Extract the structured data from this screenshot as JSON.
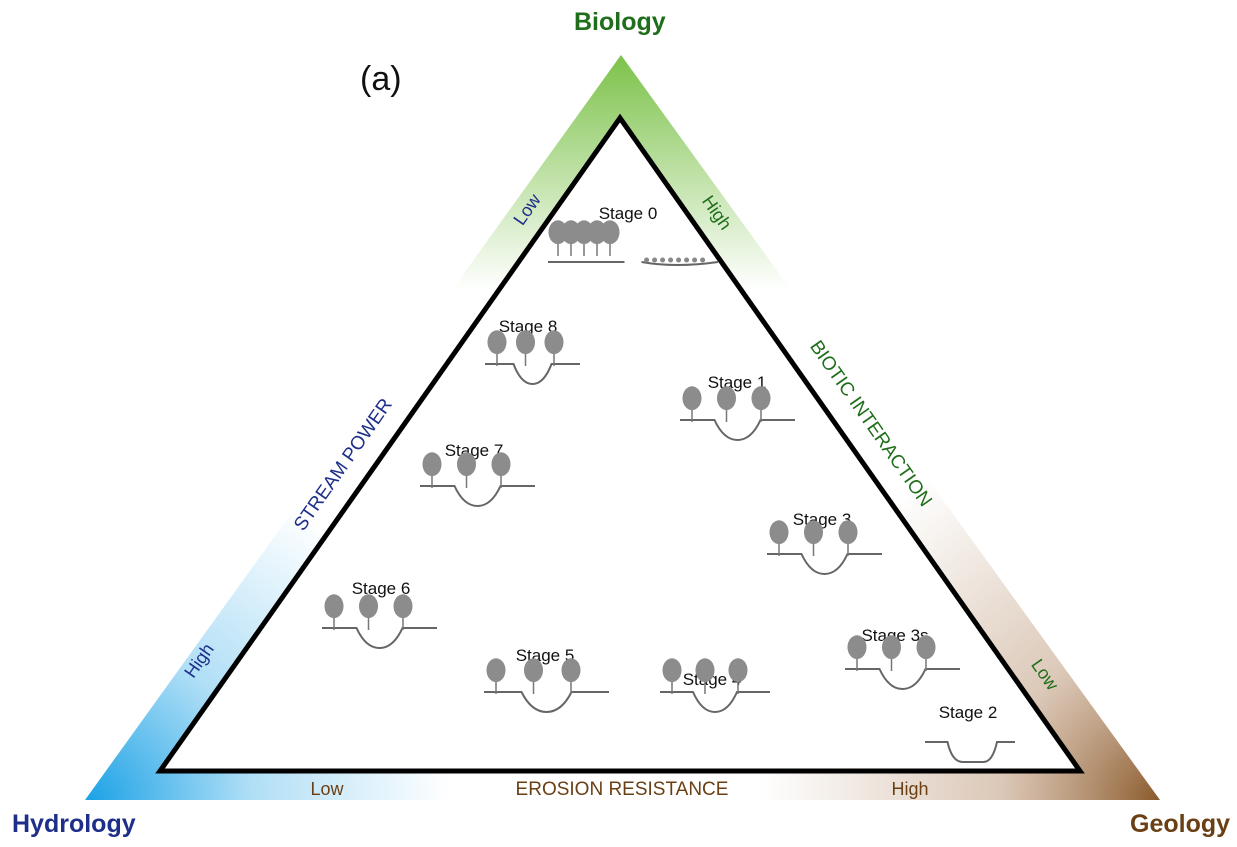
{
  "panel_label": "(a)",
  "corners": {
    "top": "Biology",
    "left": "Hydrology",
    "right": "Geology"
  },
  "axes": {
    "left": {
      "title": "STREAM POWER",
      "top_label": "Low",
      "bottom_label": "High"
    },
    "right": {
      "title": "BIOTIC INTERACTION",
      "top_label": "High",
      "bottom_label": "Low"
    },
    "bottom": {
      "title": "EROSION RESISTANCE",
      "left_label": "Low",
      "right_label": "High"
    }
  },
  "stages": [
    {
      "id": "stage-0",
      "label": "Stage 0"
    },
    {
      "id": "stage-8",
      "label": "Stage 8"
    },
    {
      "id": "stage-1",
      "label": "Stage 1"
    },
    {
      "id": "stage-7",
      "label": "Stage 7"
    },
    {
      "id": "stage-3",
      "label": "Stage 3"
    },
    {
      "id": "stage-6",
      "label": "Stage 6"
    },
    {
      "id": "stage-5",
      "label": "Stage 5"
    },
    {
      "id": "stage-4",
      "label": "Stage 4"
    },
    {
      "id": "stage-3s",
      "label": "Stage 3s"
    },
    {
      "id": "stage-2",
      "label": "Stage 2"
    }
  ],
  "colors": {
    "biology": "#1f6e1b",
    "hydrology": "#1d2f8a",
    "geology": "#6b3f14",
    "biology_fill": "#7cc24a",
    "hydrology_fill": "#1ea3e6",
    "geology_fill": "#8a5a2b",
    "outline": "#000000"
  }
}
